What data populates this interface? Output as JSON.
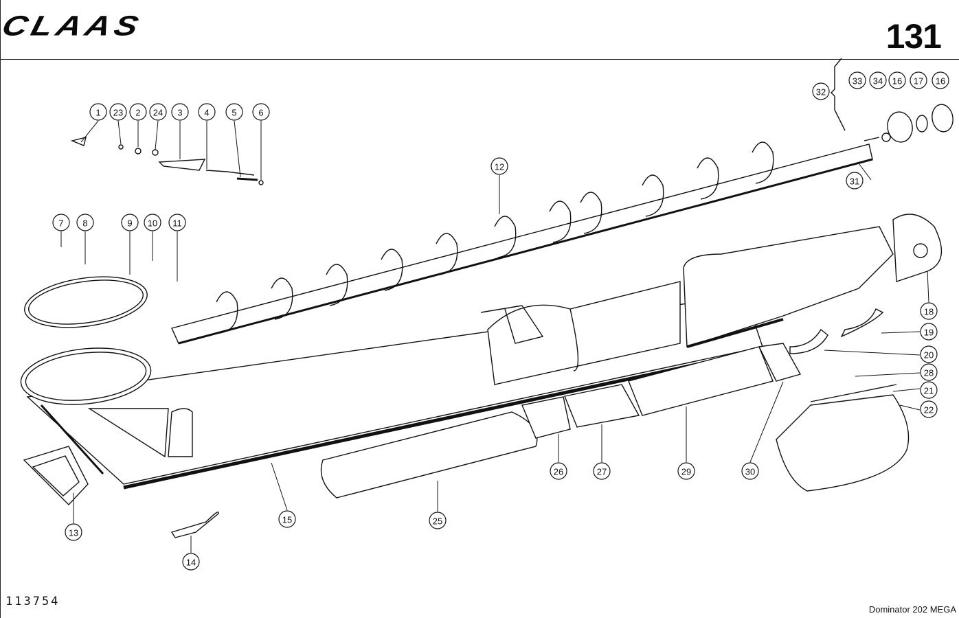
{
  "header": {
    "brand": "CLAAS",
    "page_number": "131"
  },
  "footer": {
    "drawing_number": "113754",
    "model": "Dominator  202 MEGA"
  },
  "callouts": [
    {
      "label": "1"
    },
    {
      "label": "23"
    },
    {
      "label": "2"
    },
    {
      "label": "24"
    },
    {
      "label": "3"
    },
    {
      "label": "4"
    },
    {
      "label": "5"
    },
    {
      "label": "6"
    },
    {
      "label": "7"
    },
    {
      "label": "8"
    },
    {
      "label": "9"
    },
    {
      "label": "10"
    },
    {
      "label": "11"
    },
    {
      "label": "12"
    },
    {
      "label": "13"
    },
    {
      "label": "14"
    },
    {
      "label": "15"
    },
    {
      "label": "25"
    },
    {
      "label": "26"
    },
    {
      "label": "27"
    },
    {
      "label": "29"
    },
    {
      "label": "30"
    },
    {
      "label": "32"
    },
    {
      "label": "33"
    },
    {
      "label": "34"
    },
    {
      "label": "16"
    },
    {
      "label": "17"
    },
    {
      "label": "16"
    },
    {
      "label": "31"
    },
    {
      "label": "18"
    },
    {
      "label": "19"
    },
    {
      "label": "20"
    },
    {
      "label": "28"
    },
    {
      "label": "21"
    },
    {
      "label": "22"
    }
  ]
}
